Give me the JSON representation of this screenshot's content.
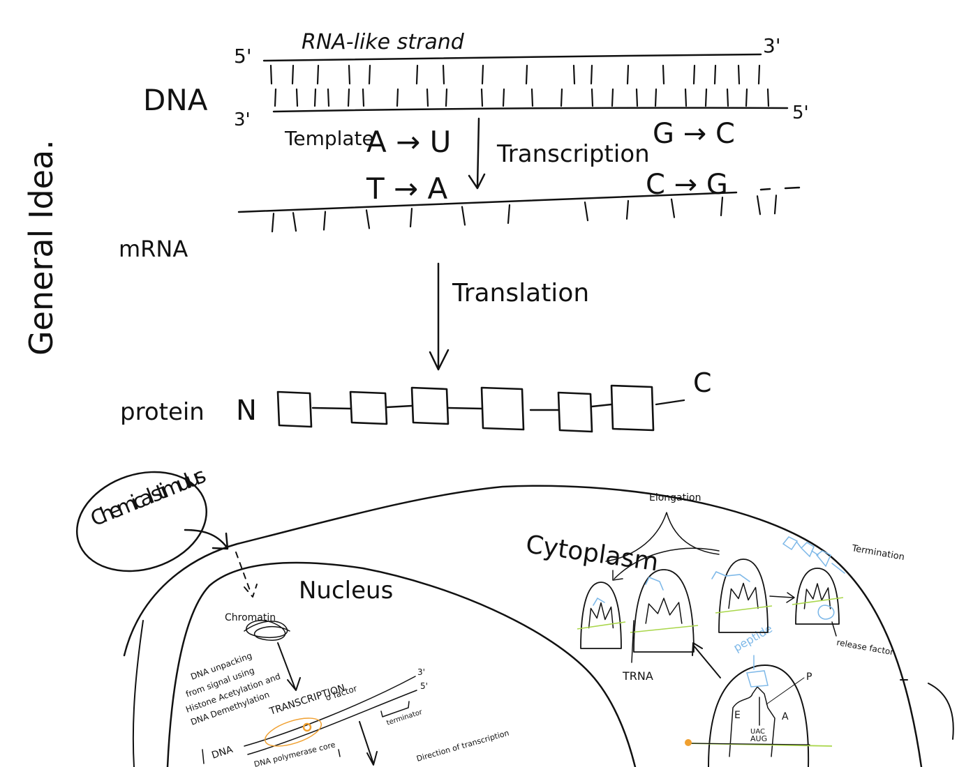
{
  "title": "General Idea.",
  "dna": {
    "label": "DNA",
    "strand_label": "RNA-like strand",
    "top_5": "5'",
    "top_3": "3'",
    "bottom_3": "3'",
    "bottom_5": "5'",
    "template_label": "Template",
    "pair_au": "A → U",
    "pair_ta": "T → A",
    "pair_gc": "G → C",
    "pair_cg": "C → G",
    "transcription_label": "Transcription"
  },
  "mrna": {
    "label": "mRNA"
  },
  "translation": {
    "label": "Translation"
  },
  "protein": {
    "label": "protein",
    "n_term": "N",
    "c_term": "C"
  },
  "cell": {
    "stimulus": "Chemical stimulus",
    "nucleus": "Nucleus",
    "chromatin": "Chromatin",
    "unpacking_note": [
      "DNA unpacking",
      "from signal using",
      "Histone Acetylation and",
      "DNA Demethylation"
    ],
    "transcription": "TRANSCRIPTION",
    "sigma_factor": "σ factor",
    "three_prime": "3'",
    "five_prime": "5'",
    "terminator": "terminator",
    "dna_label": "DNA",
    "polymerase": "DNA polymerase core",
    "direction": "Direction of transcription",
    "cytoplasm": "Cytoplasm",
    "elongation": "Elongation",
    "termination": "Termination",
    "trna": "TRNA",
    "peptide": "peptide",
    "release_factor": "release factor",
    "site_p": "P",
    "site_e": "E",
    "site_a": "A",
    "anticodon": "UAC",
    "codon": "AUG"
  },
  "colors": {
    "ink": "#111111",
    "blue": "#7db8e8",
    "green": "#a9d64a",
    "orange": "#f0a030"
  }
}
